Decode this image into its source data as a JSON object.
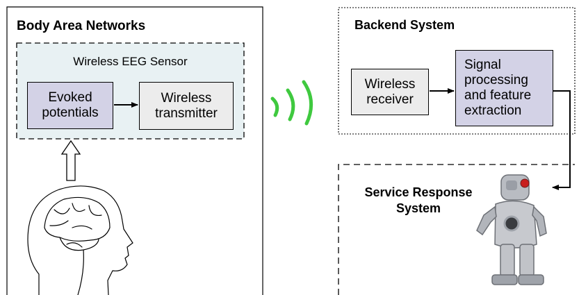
{
  "body_area": {
    "title": "Body Area Networks",
    "sensor_title": "Wireless EEG Sensor",
    "evoked_box": "Evoked\npotentials",
    "transmitter_box": "Wireless\ntransmitter"
  },
  "backend": {
    "title": "Backend System",
    "receiver_box": "Wireless\nreceiver",
    "processing_box": "Signal\nprocessing\nand feature\nextraction"
  },
  "service": {
    "title": "Service Response\nSystem"
  },
  "colors": {
    "module_fill": "#d3d2e6",
    "device_fill": "#ececec",
    "sensor_region_fill": "#e8f1f3",
    "signal_green": "#3fc93f"
  }
}
